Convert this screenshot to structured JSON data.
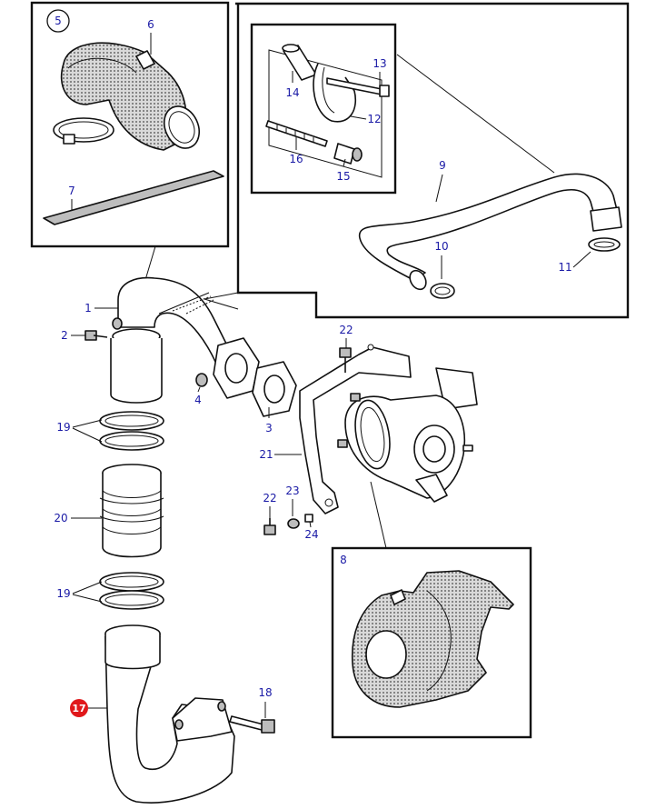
{
  "colors": {
    "label_text": "#1a1aa6",
    "highlight_badge": "#e0181b",
    "highlight_text": "#ffffff",
    "line": "#111111",
    "mesh": "#8c8c8c"
  },
  "callouts": {
    "c1": "1",
    "c2": "2",
    "c3": "3",
    "c4": "4",
    "c5": "5",
    "c6": "6",
    "c7": "7",
    "c8": "8",
    "c9": "9",
    "c10": "10",
    "c11": "11",
    "c12": "12",
    "c13": "13",
    "c14": "14",
    "c15": "15",
    "c16": "16",
    "c17": "17",
    "c18": "18",
    "c19a": "19",
    "c19b": "19",
    "c20": "20",
    "c21": "21",
    "c22a": "22",
    "c22b": "22",
    "c23": "23",
    "c24": "24"
  }
}
